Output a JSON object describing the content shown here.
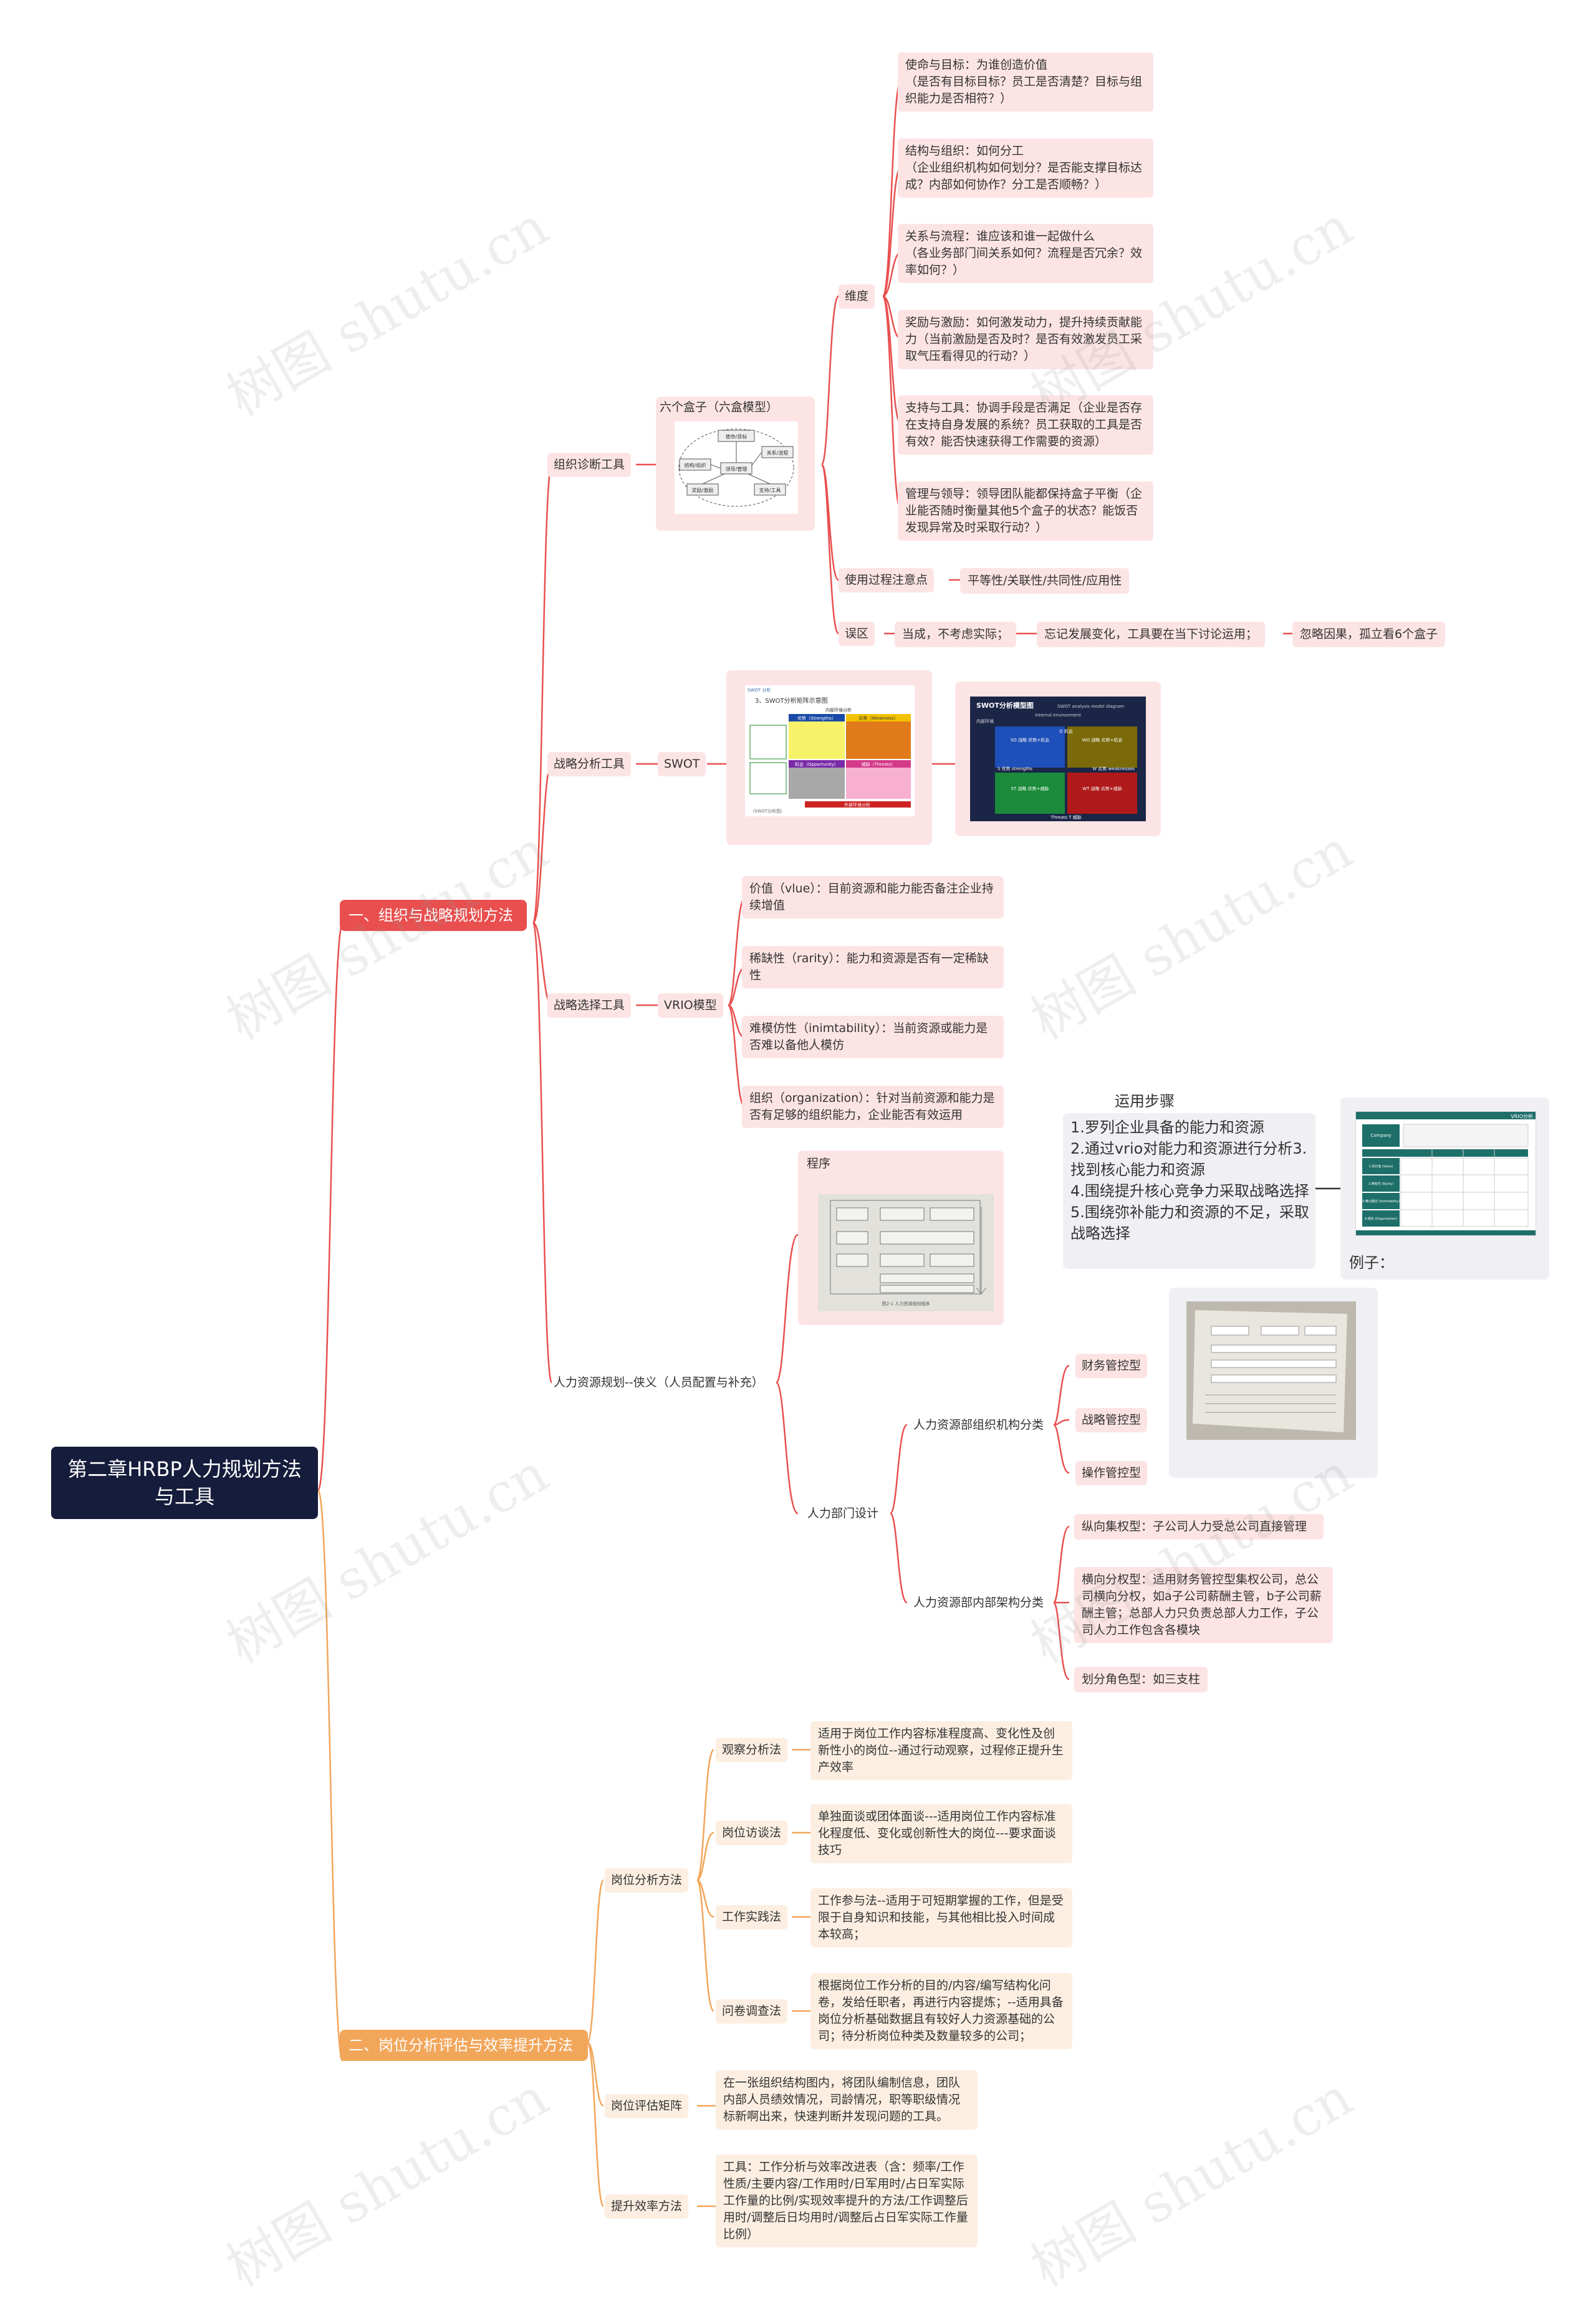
{
  "root": {
    "title": "第二章HRBP人力规划方法与工具"
  },
  "branch1": {
    "title": "一、组织与战略规划方法",
    "org_diag": {
      "title": "组织诊断工具",
      "six_box": {
        "title": "六个盒子（六盒模型）",
        "labels": [
          "使命/目标",
          "结构/组织",
          "关系/流程",
          "奖励/激励",
          "支持/工具",
          "领导/管理"
        ]
      },
      "dimension": {
        "title": "维度",
        "items": [
          "使命与目标：为谁创造价值\n（是否有目标目标？员工是否清楚？目标与组织能力是否相符？）",
          "结构与组织：如何分工\n（企业组织机构如何划分？是否能支撑目标达成？内部如何协作？分工是否顺畅？）",
          "关系与流程：谁应该和谁一起做什么\n（各业务部门间关系如何？流程是否冗余？效率如何？）",
          "奖励与激励：如何激发动力，提升持续贡献能力（当前激励是否及时？是否有效激发员工采取气压看得见的行动？）",
          "支持与工具：协调手段是否满足（企业是否存在支持自身发展的系统？员工获取的工具是否有效？能否快速获得工作需要的资源）",
          "管理与领导：领导团队能都保持盒子平衡（企业能否随时衡量其他5个盒子的状态？能饭否发现异常及时采取行动？）"
        ]
      },
      "process_notes": {
        "title": "使用过程注意点",
        "value": "平等性/关联性/共同性/应用性"
      },
      "mistakes": {
        "title": "误区",
        "items": [
          "当成，不考虑实际；",
          "忘记发展变化，工具要在当下讨论运用；",
          "忽略因果，孤立看6个盒子"
        ]
      }
    },
    "strategy_analysis": {
      "title": "战略分析工具",
      "swot": {
        "title": "SWOT",
        "img1": {
          "header": "SWOT 分析",
          "heading": "3、SWOT分析矩阵示意图",
          "inner": "内部环境分析",
          "outer": "外部环境分析",
          "s": "优势（Strengths）",
          "w": "劣势（Weakness）",
          "o": "机会（Opportunity）",
          "t": "威胁（Threats）",
          "side": "外部环境分析",
          "footer": "（SWOT分析图）"
        },
        "img2": {
          "title": "SWOT分析模型图",
          "subtitle": "SWOT analysis model diagram",
          "env": "Internal environment",
          "inner_label": "内部环境",
          "so": "SO 战略 优势+机会",
          "wo": "WO 战略 劣势+机会",
          "st": "ST 战略 优势+威胁",
          "wt": "WT 战略 劣势+威胁",
          "strengths": "S 优势 strengths",
          "weaknesses": "W 劣势 weaknesses",
          "threats": "Threats T 威胁",
          "opportunity": "O 机会"
        }
      }
    },
    "strategy_choice": {
      "title": "战略选择工具",
      "vrio": {
        "title": "VRIO模型",
        "items": [
          "价值（vlue）：目前资源和能力能否备注企业持续增值",
          "稀缺性（rarity）：能力和资源是否有一定稀缺性",
          "难模仿性（inimtability）：当前资源或能力是否难以备他人模仿",
          "组织（organization）：针对当前资源和能力是否有足够的组织能力，企业能否有效运用"
        ]
      },
      "steps": {
        "title": "运用步骤",
        "text": "1.罗列企业具备的能力和资源\n2.通过vrio对能力和资源进行分析3.找到核心能力和资源\n4.围绕提升核心竞争力采取战略选择\n5.围绕弥补能力和资源的不足，采取战略选择"
      },
      "example": {
        "label": "例子：",
        "table_title": "VRIO分析",
        "col1": "Company",
        "rows": [
          "1.有价值 (Value)",
          "2.稀有性 (Rarity)",
          "3.难以模仿 (Inimitability)",
          "4.组织 (Organization)"
        ]
      }
    },
    "hr_planning": {
      "title": "人力资源规划--侠义（人员配置与补充）",
      "program": {
        "title": "程序",
        "caption": "图2-1 人力资源规划程序"
      },
      "dept_design": {
        "title": "人力部门设计",
        "org_class": {
          "title": "人力资源部组织机构分类",
          "items": [
            "财务管控型",
            "战略管控型",
            "操作管控型"
          ]
        },
        "internal_class": {
          "title": "人力资源部内部架构分类",
          "items": [
            "纵向集权型：子公司人力受总公司直接管理",
            "横向分权型：适用财务管控型集权公司，总公司横向分权，如a子公司薪酬主管，b子公司薪酬主管；总部人力只负责总部人力工作，子公司人力工作包含各模块",
            "划分角色型：如三支柱"
          ]
        }
      }
    }
  },
  "branch2": {
    "title": "二、岗位分析评估与效率提升方法",
    "job_analysis": {
      "title": "岗位分析方法",
      "methods": [
        {
          "name": "观察分析法",
          "desc": "适用于岗位工作内容标准程度高、变化性及创新性小的岗位--通过行动观察，过程修正提升生产效率"
        },
        {
          "name": "岗位访谈法",
          "desc": "单独面谈或团体面谈---适用岗位工作内容标准化程度低、变化或创新性大的岗位---要求面谈技巧"
        },
        {
          "name": "工作实践法",
          "desc": "工作参与法--适用于可短期掌握的工作，但是受限于自身知识和技能，与其他相比投入时间成本较高；"
        },
        {
          "name": "问卷调查法",
          "desc": "根据岗位工作分析的目的/内容/编写结构化问卷，发给任职者，再进行内容提炼；--适用具备岗位分析基础数据且有较好人力资源基础的公司；待分析岗位种类及数量较多的公司；"
        }
      ]
    },
    "job_eval": {
      "title": "岗位评估矩阵",
      "desc": "在一张组织结构图内，将团队编制信息，团队内部人员绩效情况，司龄情况，职等职级情况标新啊出来，快速判断并发现问题的工具。"
    },
    "efficiency": {
      "title": "提升效率方法",
      "desc": "工具：工作分析与效率改进表（含：频率/工作性质/主要内容/工作用时/日军用时/占日军实际工作量的比例/实现效率提升的方法/工作调整后用时/调整后日均用时/调整后占日军实际工作量比例）"
    }
  },
  "watermark": {
    "text": "树图 shutu.cn"
  },
  "colors": {
    "red": "#e94f4f",
    "orange": "#f2a65a",
    "root": "#161c3b",
    "pink": "#fde4e4",
    "peach": "#fcefe2"
  }
}
